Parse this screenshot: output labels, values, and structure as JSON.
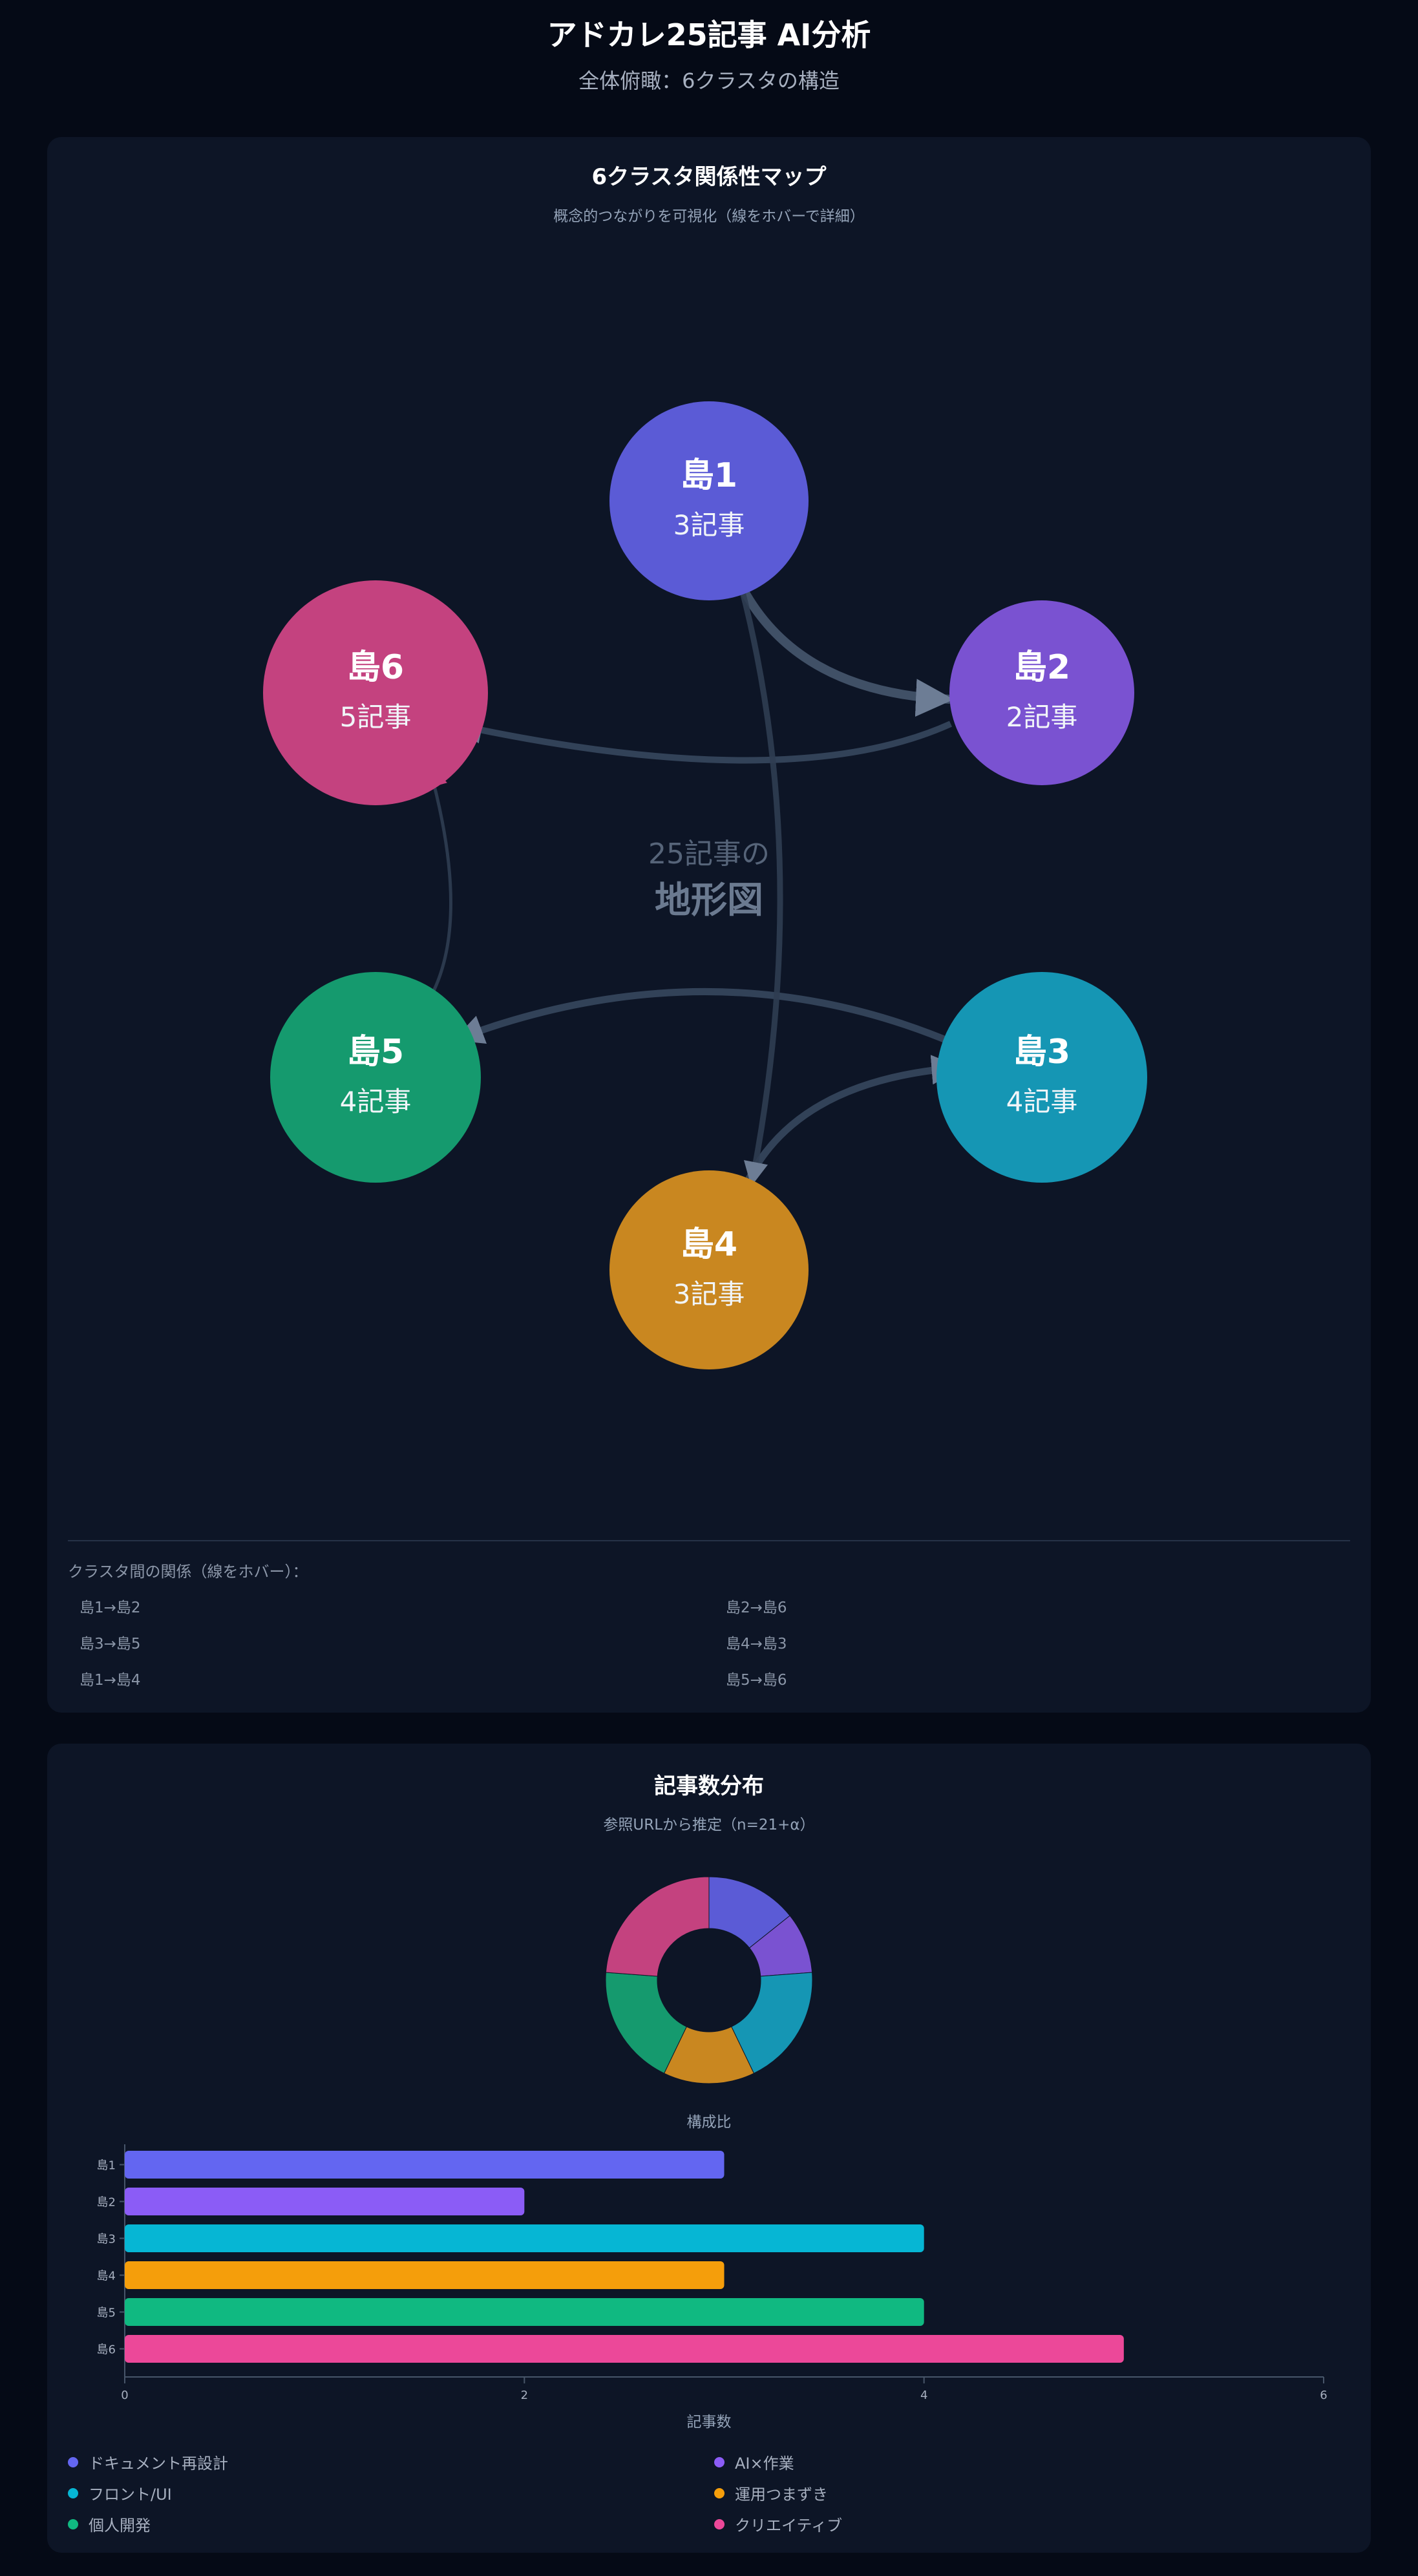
{
  "header": {
    "title": "アドカレ25記事 AI分析",
    "subtitle": "全体俯瞰：6クラスタの構造"
  },
  "map": {
    "title": "6クラスタ関係性マップ",
    "subtitle": "概念的つながりを可視化（線をホバーで詳細）",
    "center_line1": "25記事の",
    "center_line2": "地形図",
    "nodes": [
      {
        "id": "1",
        "label": "島1",
        "count_label": "3記事",
        "color": "#5b5bd6"
      },
      {
        "id": "2",
        "label": "島2",
        "count_label": "2記事",
        "color": "#7a52d1"
      },
      {
        "id": "3",
        "label": "島3",
        "count_label": "4記事",
        "color": "#1596b4"
      },
      {
        "id": "4",
        "label": "島4",
        "count_label": "3記事",
        "color": "#c98720"
      },
      {
        "id": "5",
        "label": "島5",
        "count_label": "4記事",
        "color": "#159a6e"
      },
      {
        "id": "6",
        "label": "島6",
        "count_label": "5記事",
        "color": "#c4427f"
      }
    ],
    "relations_title": "クラスタ間の関係（線をホバー）：",
    "relations": [
      "島1→島2",
      "島2→島6",
      "島3→島5",
      "島4→島3",
      "島1→島4",
      "島5→島6"
    ]
  },
  "distribution": {
    "title": "記事数分布",
    "subtitle": "参照URLから推定（n=21+α）",
    "donut_caption": "構成比",
    "x_axis_label": "記事数"
  },
  "chart_data": {
    "type": "bar",
    "orientation": "horizontal",
    "categories": [
      "島1",
      "島2",
      "島3",
      "島4",
      "島5",
      "島6"
    ],
    "values": [
      3,
      2,
      4,
      3,
      4,
      5
    ],
    "colors": [
      "#6366f1",
      "#8b5cf6",
      "#06b6d4",
      "#f59e0b",
      "#10b981",
      "#ec4899"
    ],
    "xlabel": "記事数",
    "xlim": [
      0,
      6
    ],
    "x_ticks": [
      0,
      2,
      4,
      6
    ],
    "legend": [
      "ドキュメント再設計",
      "AI×作業",
      "フロント/UI",
      "運用つまずき",
      "個人開発",
      "クリエイティブ"
    ],
    "legend_placement": "bottom",
    "donut": {
      "caption": "構成比",
      "values": [
        3,
        2,
        4,
        3,
        4,
        5
      ],
      "colors": [
        "#5b5bd6",
        "#7a52d1",
        "#1596b4",
        "#c98720",
        "#159a6e",
        "#c4427f"
      ]
    }
  }
}
